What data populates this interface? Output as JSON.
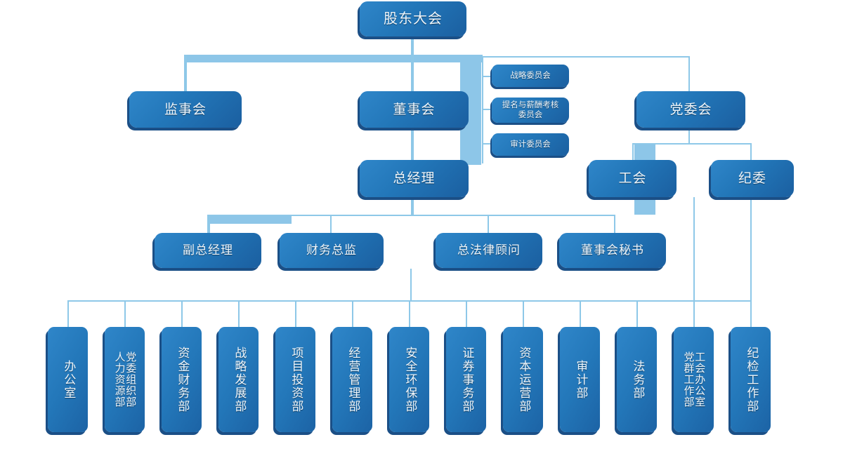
{
  "meta": {
    "title": "公司组织架构图",
    "colors": {
      "box_light": "#2f86c9",
      "box_dark": "#1b5fa0",
      "box_shadow": "#1b4f86",
      "connector": "#8ec8e8",
      "connector_thick": "#8dc6e8",
      "text": "#eef6fc",
      "background": "#ffffff"
    }
  },
  "nodes": {
    "shareholders_meeting": "股东大会",
    "board_of_supervisors": "监事会",
    "board_of_directors": "董事会",
    "party_committee": "党委会",
    "general_manager": "总经理",
    "labor_union": "工会",
    "discipline_committee": "纪委",
    "deputy_general_manager": "副总经理",
    "cfo": "财务总监",
    "general_counsel": "总法律顾问",
    "board_secretary": "董事会秘书"
  },
  "committees": [
    {
      "id": "strategy-committee",
      "label": "战略委员会"
    },
    {
      "id": "nomination-compensation-committee",
      "label": "提名与薪酬考核\n委员会"
    },
    {
      "id": "audit-committee",
      "label": "审计委员会"
    }
  ],
  "departments": [
    {
      "id": "office",
      "lines": [
        "办公室"
      ]
    },
    {
      "id": "party-org-hr",
      "lines": [
        "党委组织部",
        "人力资源部"
      ]
    },
    {
      "id": "fund-finance",
      "lines": [
        "资金财务部"
      ]
    },
    {
      "id": "strategy-development",
      "lines": [
        "战略发展部"
      ]
    },
    {
      "id": "project-investment",
      "lines": [
        "项目投资部"
      ]
    },
    {
      "id": "business-management",
      "lines": [
        "经营管理部"
      ]
    },
    {
      "id": "safety-environment",
      "lines": [
        "安全环保部"
      ]
    },
    {
      "id": "securities-affairs",
      "lines": [
        "证券事务部"
      ]
    },
    {
      "id": "capital-operation",
      "lines": [
        "资本运营部"
      ]
    },
    {
      "id": "audit",
      "lines": [
        "审计部"
      ]
    },
    {
      "id": "legal-affairs",
      "lines": [
        "法务部"
      ]
    },
    {
      "id": "union-office-party-mass",
      "lines": [
        "工会办公室",
        "党群工作部"
      ]
    },
    {
      "id": "discipline-inspection-work",
      "lines": [
        "纪检工作部"
      ]
    }
  ]
}
